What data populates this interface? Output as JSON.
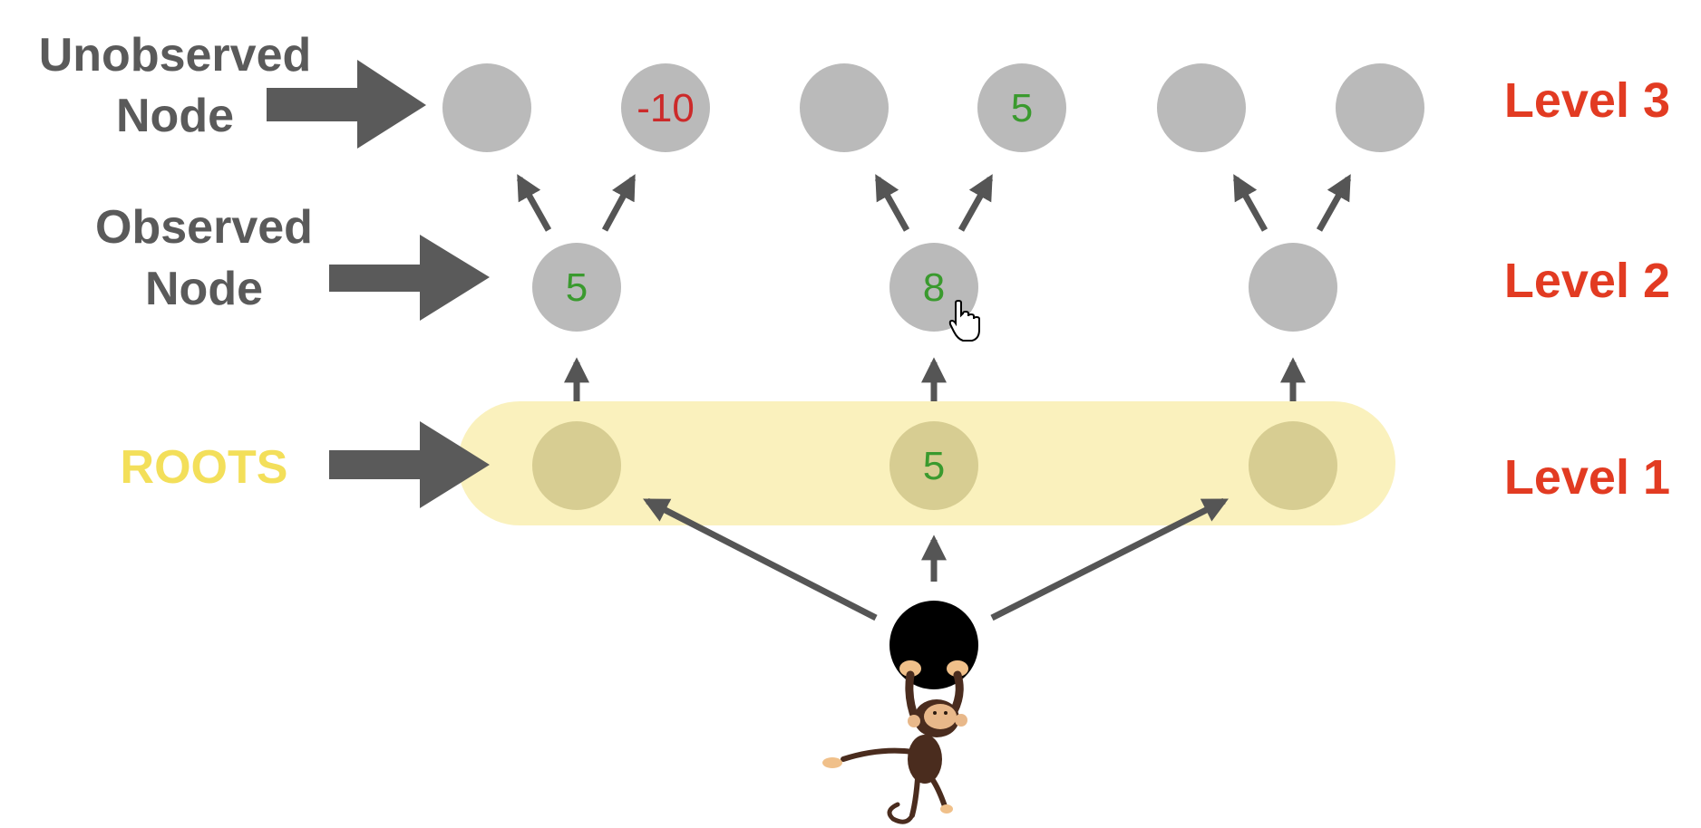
{
  "annotations": {
    "unobserved": [
      "Unobserved",
      "Node"
    ],
    "observed": [
      "Observed",
      "Node"
    ],
    "roots": "ROOTS"
  },
  "levels": [
    "Level 3",
    "Level 2",
    "Level 1"
  ],
  "nodes": {
    "level3": [
      "",
      "-10",
      "",
      "5",
      "",
      ""
    ],
    "level2": [
      "5",
      "8",
      ""
    ],
    "level1": [
      "",
      "5",
      ""
    ]
  },
  "colors": {
    "annotation_text": "#5a5a5a",
    "roots_text": "#f3df5a",
    "level_text": "#e23b22",
    "node_fill": "#bababa",
    "root_node_fill": "#d7cd92",
    "roots_band": "#faf1bd",
    "arrow": "#555555",
    "big_arrow": "#5a5a5a",
    "positive_value": "#3a9a2e",
    "negative_value": "#cc2a2a"
  },
  "icons": [
    "hand-pointer-icon",
    "monkey-icon"
  ]
}
